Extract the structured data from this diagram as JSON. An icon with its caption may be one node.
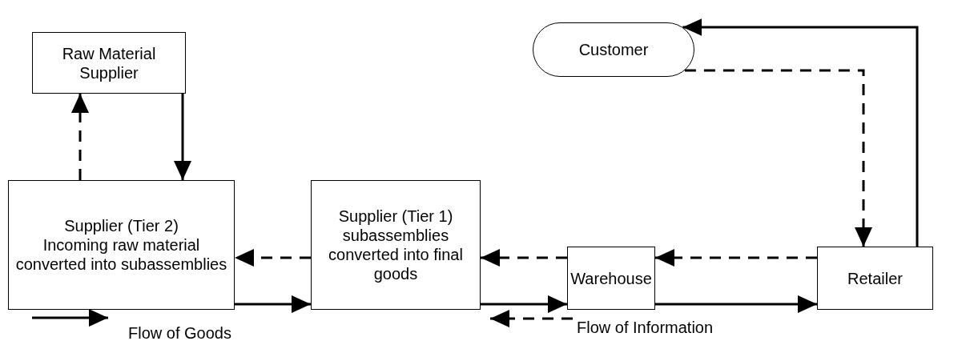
{
  "diagram": {
    "nodes": [
      {
        "text": [
          "Raw Material Supplier"
        ]
      },
      {
        "text": [
          "Customer"
        ]
      },
      {
        "text": [
          "Supplier (Tier 2)",
          "Incoming raw material converted into subassemblies"
        ]
      },
      {
        "text": [
          "Supplier (Tier 1)",
          "subassemblies converted into final goods"
        ]
      },
      {
        "text": [
          "Warehouse"
        ]
      },
      {
        "text": [
          "Retailer"
        ]
      }
    ],
    "edges": [
      {
        "from": 2,
        "to": 0,
        "arrow": "to",
        "style": "dashed"
      },
      {
        "from": 0,
        "to": 2,
        "arrow": "to"
      },
      {
        "from": 3,
        "to": 2,
        "arrow": "to",
        "style": "dashed"
      },
      {
        "from": 2,
        "to": 3,
        "arrow": "to"
      },
      {
        "from": 4,
        "to": 3,
        "arrow": "to",
        "style": "dashed"
      },
      {
        "from": 3,
        "to": 4,
        "arrow": "to"
      },
      {
        "from": 5,
        "to": 4,
        "arrow": "to",
        "style": "dashed"
      },
      {
        "from": 4,
        "to": 5,
        "arrow": "to"
      },
      {
        "from": 1,
        "to": 5,
        "arrow": "to",
        "style": "dashed"
      },
      {
        "from": 5,
        "to": 1,
        "arrow": "to"
      }
    ],
    "legend": [
      {
        "text": "Flow of Goods"
      },
      {
        "text": "Flow of Information"
      }
    ]
  }
}
